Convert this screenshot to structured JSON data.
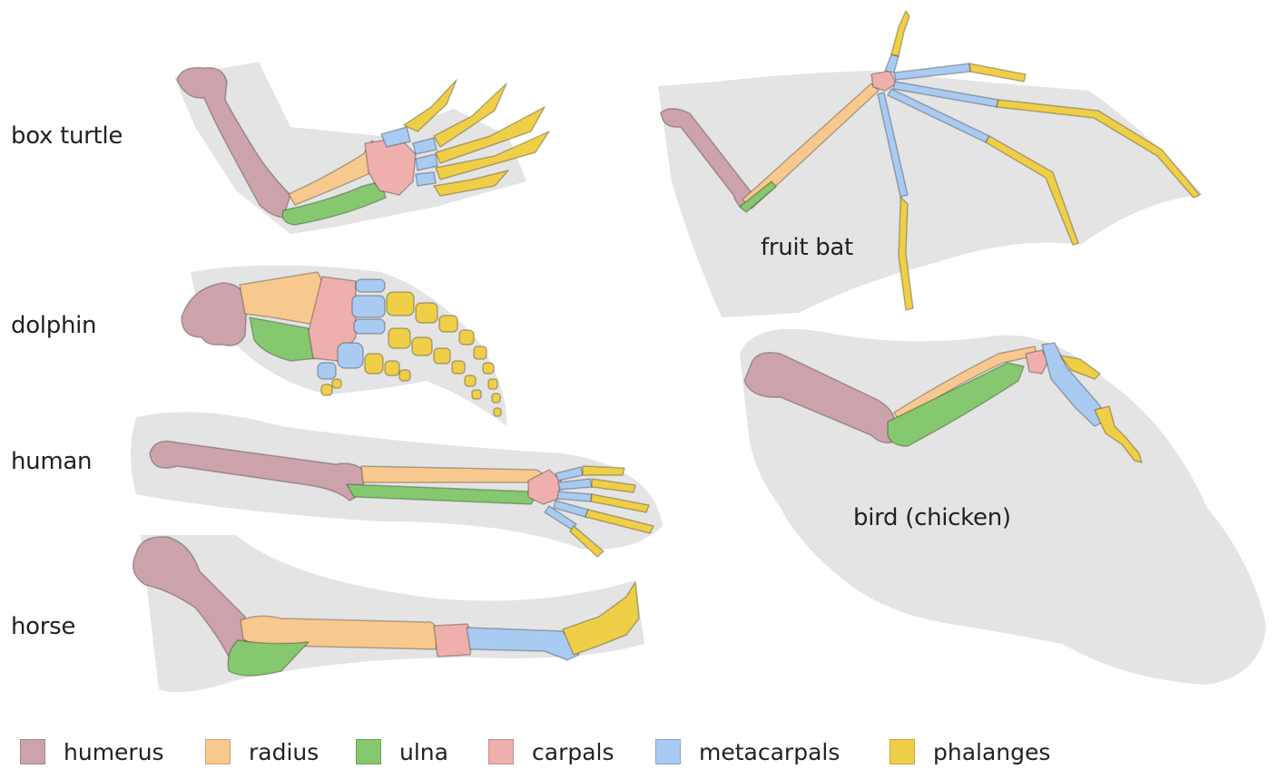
{
  "animals": {
    "box_turtle": "box turtle",
    "dolphin": "dolphin",
    "human": "human",
    "horse": "horse",
    "fruit_bat": "fruit bat",
    "bird": "bird (chicken)"
  },
  "legend": [
    {
      "key": "humerus",
      "label": "humerus",
      "color": "#cda3ab"
    },
    {
      "key": "radius",
      "label": "radius",
      "color": "#f8c98e"
    },
    {
      "key": "ulna",
      "label": "ulna",
      "color": "#86c86f"
    },
    {
      "key": "carpals",
      "label": "carpals",
      "color": "#efb0ad"
    },
    {
      "key": "metacarpals",
      "label": "metacarpals",
      "color": "#a9cbf2"
    },
    {
      "key": "phalanges",
      "label": "phalanges",
      "color": "#f0cf48"
    }
  ],
  "outline_color": "#e4e4e4"
}
